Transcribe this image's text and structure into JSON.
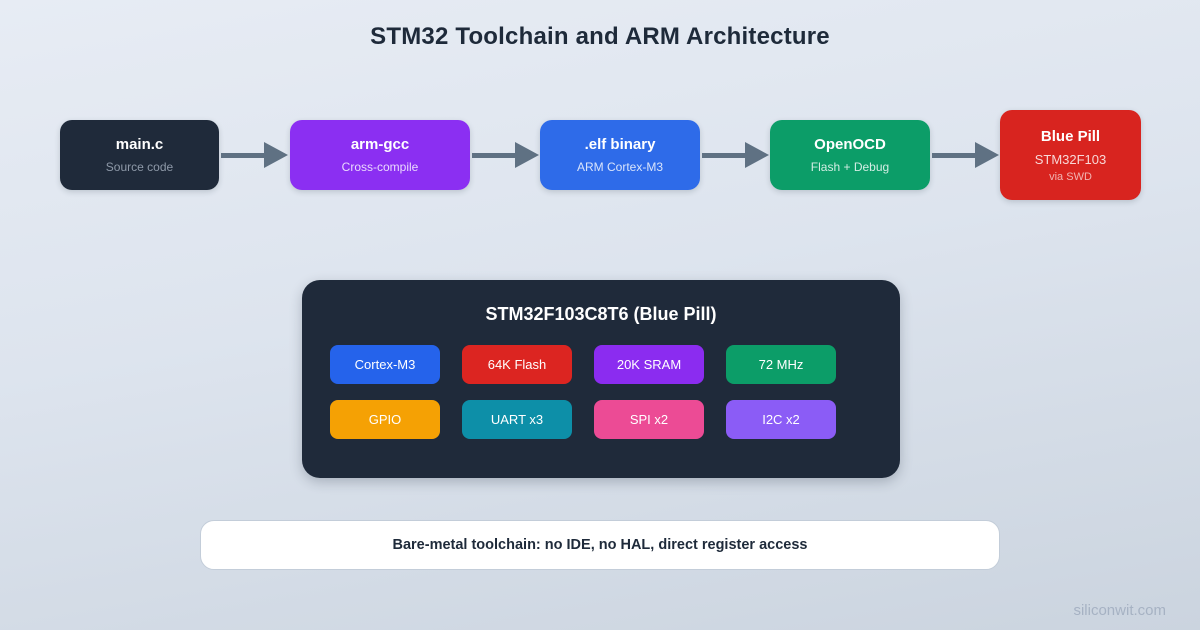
{
  "title": "STM32 Toolchain and ARM Architecture",
  "flow": {
    "nodes": [
      {
        "title": "main.c",
        "subtitle": "Source code",
        "color": "#1f2a3a"
      },
      {
        "title": "arm-gcc",
        "subtitle": "Cross-compile",
        "color": "#8b2ff2"
      },
      {
        "title": ".elf binary",
        "subtitle": "ARM Cortex-M3",
        "color": "#2e6be9"
      },
      {
        "title": "OpenOCD",
        "subtitle": "Flash + Debug",
        "color": "#0c9d68"
      },
      {
        "title": "Blue Pill",
        "subtitle": "STM32F103",
        "subtitle2": "via SWD",
        "color": "#d8241f"
      }
    ],
    "arrow_color": "#5f7183"
  },
  "mcu_panel": {
    "title": "STM32F103C8T6 (Blue Pill)",
    "background": "#1f2a3a",
    "chips": [
      {
        "label": "Cortex-M3",
        "color": "#2563eb"
      },
      {
        "label": "64K Flash",
        "color": "#dc2521"
      },
      {
        "label": "20K SRAM",
        "color": "#8b2cf0"
      },
      {
        "label": "72 MHz",
        "color": "#0c9d68"
      },
      {
        "label": "GPIO",
        "color": "#f5a104"
      },
      {
        "label": "UART x3",
        "color": "#0d8fa8"
      },
      {
        "label": "SPI x2",
        "color": "#ec4b95"
      },
      {
        "label": "I2C x2",
        "color": "#8b5cf6"
      }
    ]
  },
  "note": {
    "text": "Bare-metal toolchain: no IDE, no HAL, direct register access"
  },
  "footer": {
    "watermark": "siliconwit.com"
  }
}
